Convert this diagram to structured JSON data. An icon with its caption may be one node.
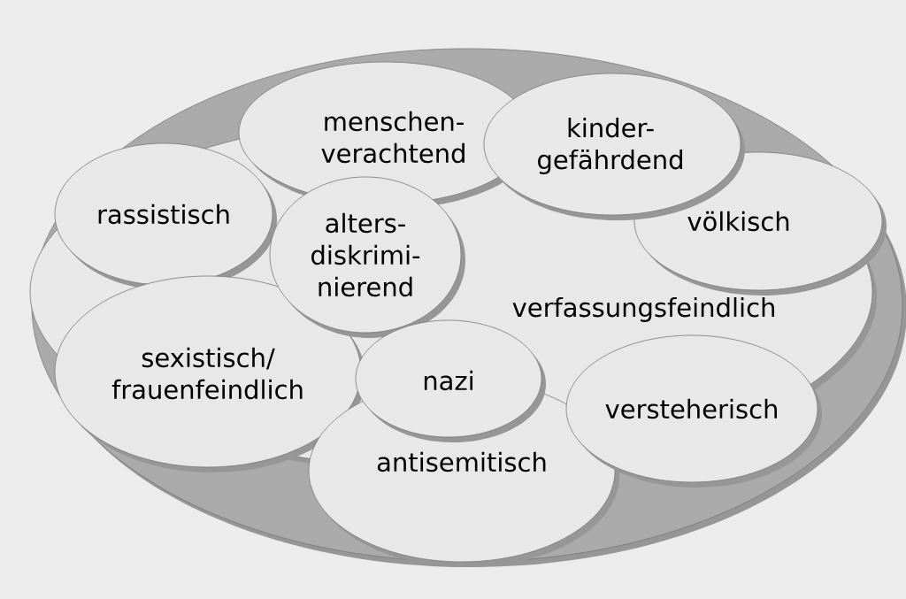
{
  "diagram": {
    "nodes": [
      {
        "text": [],
        "shape": "ellipse"
      },
      {
        "text": [
          "menschen- verachtend"
        ],
        "in": 0
      },
      {
        "text": [
          "kinder- gefährdend"
        ],
        "in": 0
      },
      {
        "text": [
          "rassistisch"
        ],
        "in": 6
      },
      {
        "text": [
          "alters- diskrimi- nierend"
        ],
        "in": 6
      },
      {
        "text": [
          "völkisch"
        ],
        "in": 6
      },
      {
        "text": [
          "verfassungsfeindlich"
        ],
        "in": 0
      },
      {
        "text": [
          "sexistisch/ frauenfeindlich"
        ],
        "in": 6
      },
      {
        "text": [
          "nazi"
        ],
        "in": 6
      },
      {
        "text": [
          "versteherisch"
        ],
        "in": 6
      },
      {
        "text": [
          "antisemitisch"
        ],
        "in": 0
      }
    ]
  }
}
